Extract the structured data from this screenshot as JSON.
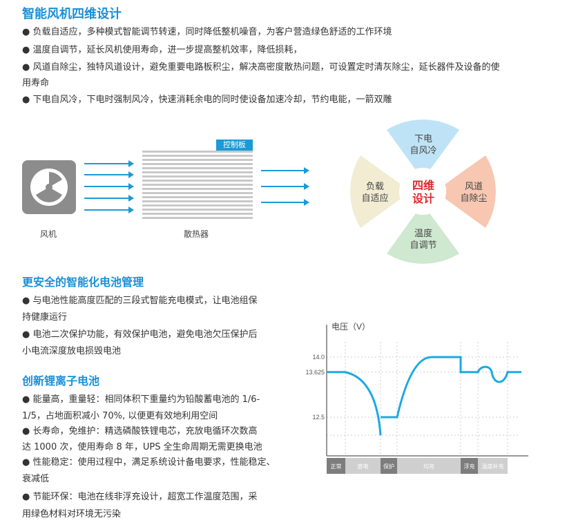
{
  "fan_section": {
    "title": "智能风机四维设计",
    "bullets": [
      "● 负载自适应，多种模式智能调节转速，同时降低整机噪音，为客户营造绿色舒适的工作环境",
      "● 温度自调节，延长风机使用寿命，进一步提高整机效率，降低损耗，",
      "● 风道自除尘，独特风道设计，避免重要电路板积尘，解决高密度散热问题，可设置定时清灰除尘，延长器件及设备的使",
      "用寿命",
      "● 下电自风冷，下电时强制风冷，快速消耗余电的同时使设备加速冷却，节约电能，一箭双雕"
    ]
  },
  "diagram": {
    "fan_label": "风机",
    "heatsink_label": "散热器",
    "control_board": "控制板",
    "center": [
      "四维",
      "设计"
    ],
    "petals": {
      "top": [
        "下电",
        "自风冷"
      ],
      "right": [
        "风道",
        "自除尘"
      ],
      "bottom": [
        "温度",
        "自调节"
      ],
      "left": [
        "负载",
        "自适应"
      ]
    }
  },
  "battery_section": {
    "title": "更安全的智能化电池管理",
    "lines": [
      "● 与电池性能高度匹配的三段式智能充电模式，让电池组保",
      "持健康运行",
      "● 电池二次保护功能，有效保护电池，避免电池欠压保护后",
      "小电流深度放电损毁电池"
    ]
  },
  "lithium_section": {
    "title": "创新锂离子电池",
    "lines": [
      "● 能量高，重量轻：相同体积下重量约为铅酸蓄电池的 1/6-",
      "1/5，占地面积减小 70%, 以便更有效地利用空间",
      "● 长寿命，免维护：精选磷酸铁锂电芯，充放电循环次数高",
      "达 1000 次，使用寿命 8 年，UPS 全生命周期无需更换电池",
      "● 性能稳定：使用过程中，满足系统设计备电要求，性能稳定、",
      "衰减低",
      "● 节能环保：电池在线非浮充设计，超宽工作温度范围，采",
      "用绿色材料对环境无污染"
    ]
  },
  "chart_data": {
    "type": "line",
    "ylabel": "电压（V）",
    "yticks": [
      "14.0",
      "13.625",
      "12.5"
    ],
    "ytick_values": [
      14.0,
      13.625,
      12.5
    ],
    "stages": [
      {
        "label": "正常",
        "dark": true
      },
      {
        "label": "放电",
        "dark": false
      },
      {
        "label": "保护",
        "dark": true
      },
      {
        "label": "均充",
        "dark": false
      },
      {
        "label": "浮充",
        "dark": true
      },
      {
        "label": "温度补充",
        "dark": false
      }
    ],
    "series_color": "#1aa9e6",
    "normal_v": 13.625,
    "protect_v": 12.5,
    "discharge_min_v": 12.05,
    "equalize_v": 14.0,
    "float_v": 13.625,
    "comp_high_v": 13.8,
    "comp_low_v": 13.4
  }
}
